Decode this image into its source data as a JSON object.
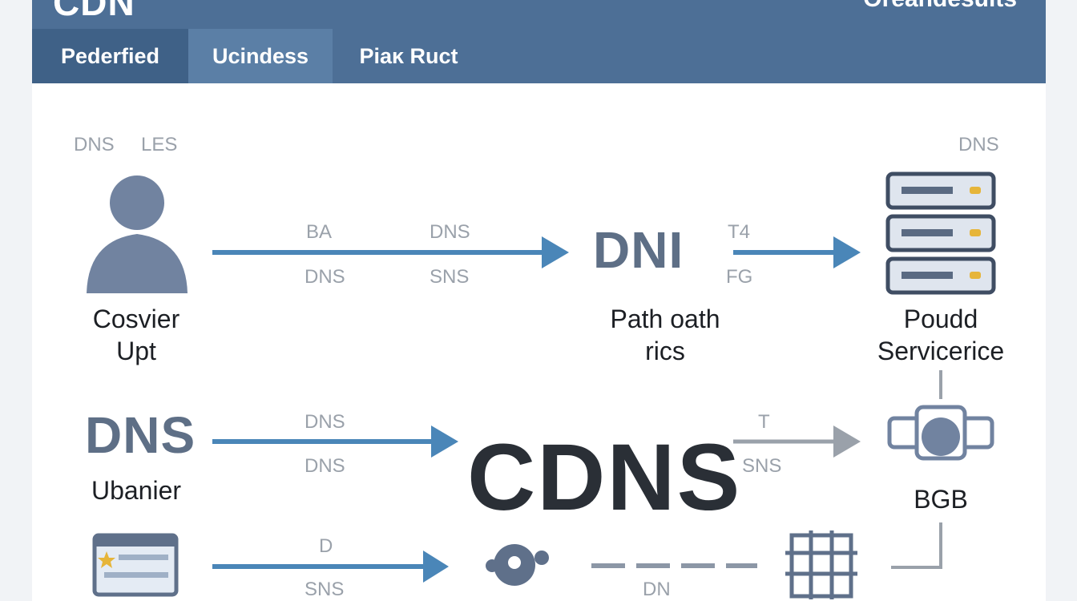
{
  "header": {
    "brand": "CDN",
    "right_title": "Oreandesults",
    "tabs": [
      {
        "label": "Pederfied"
      },
      {
        "label": "Ucindess"
      },
      {
        "label": "Piaĸ Ruct"
      }
    ]
  },
  "diagram": {
    "top_left_labels": [
      "DNS",
      "LES"
    ],
    "top_right_label": "DNS",
    "user_caption": [
      "Cosvier",
      "Upt"
    ],
    "arrow1_labels": [
      "BA",
      "DNS",
      "DNS",
      "SNS"
    ],
    "mid_node_text": "DNI",
    "mid_caption": [
      "Path  oath",
      "rics"
    ],
    "arrow2_labels": [
      "T4",
      "FG"
    ],
    "server_caption": [
      "Poudd",
      "Servicerice"
    ],
    "row2_left_text": "DNS",
    "row2_left_caption": "Ubanier",
    "row2_arrow_labels": [
      "DNS",
      "DNS"
    ],
    "center_text": "CDNS",
    "row2_right_arrow_labels": [
      "T",
      "SNS"
    ],
    "bgb_caption": "BGB",
    "row3_labels": [
      "D",
      "SNS",
      "DN"
    ]
  },
  "colors": {
    "header_bg": "#4d6f96",
    "accent_blue": "#4a86b8",
    "icon_gray": "#7183a0",
    "server_dark": "#3f4d63"
  },
  "icons": [
    "user-icon",
    "server-stack-icon",
    "network-card-icon",
    "browser-window-icon",
    "cloud-node-icon",
    "grid-node-icon"
  ]
}
